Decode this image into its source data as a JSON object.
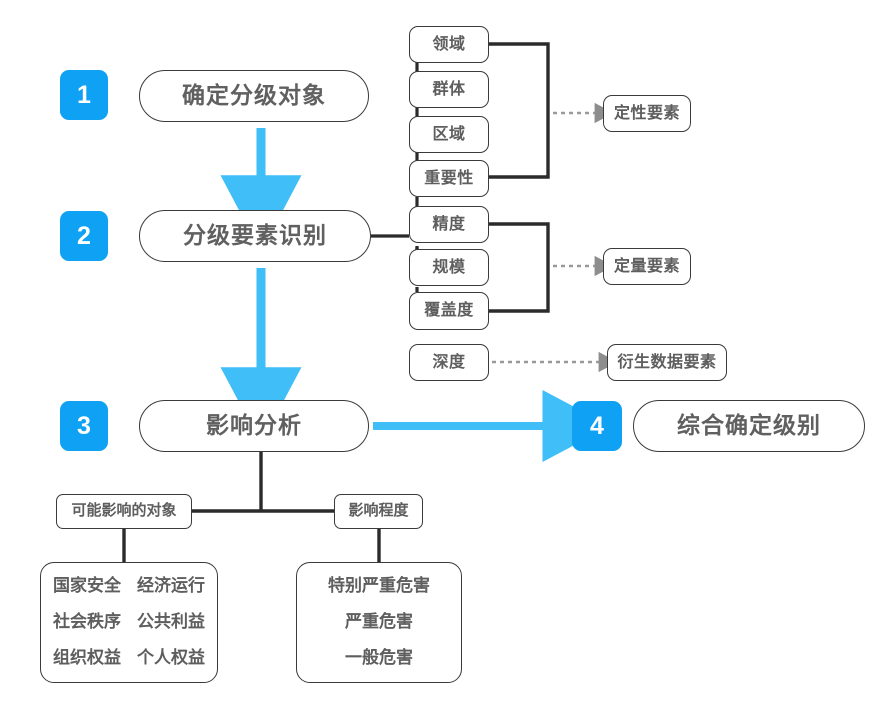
{
  "theme": {
    "accent_blue": "#0FA2F4",
    "arrow_blue": "#3FBEF7",
    "line_dark": "#2b2b2b",
    "dotted_gray": "#9a9a9a",
    "text_gray": "#5e5e5e",
    "background": "#ffffff"
  },
  "stages": [
    {
      "number": "1",
      "title": "确定分级对象"
    },
    {
      "number": "2",
      "title": "分级要素识别"
    },
    {
      "number": "3",
      "title": "影响分析"
    },
    {
      "number": "4",
      "title": "综合确定级别"
    }
  ],
  "qualitative_factors": {
    "items": [
      "领域",
      "群体",
      "区域",
      "重要性"
    ],
    "target": "定性要素"
  },
  "quantitative_factors": {
    "items": [
      "精度",
      "规模",
      "覆盖度"
    ],
    "target": "定量要素"
  },
  "derived_factor": {
    "item": "深度",
    "target": "衍生数据要素"
  },
  "impact_analysis": {
    "objects": {
      "label": "可能影响的对象",
      "items": [
        "国家安全",
        "经济运行",
        "社会秩序",
        "公共利益",
        "组织权益",
        "个人权益"
      ]
    },
    "degree": {
      "label": "影响程度",
      "items": [
        "特别严重危害",
        "严重危害",
        "一般危害"
      ]
    }
  }
}
